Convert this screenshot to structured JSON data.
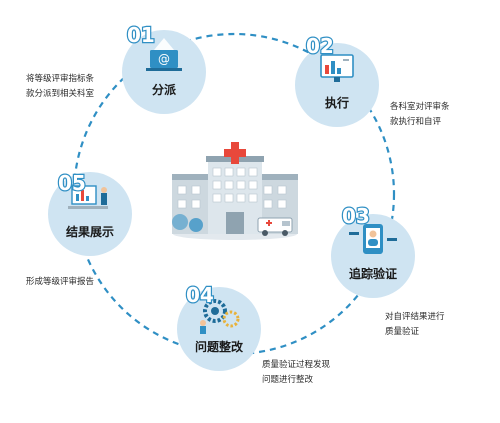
{
  "accent": "#2f8fc4",
  "node_fill": "#cfe4f2",
  "ring_color": "#2f8fc4",
  "hospital": {
    "icon": "hospital-icon",
    "cross_color": "#e8483b"
  },
  "steps": [
    {
      "number": "01",
      "title": "分派",
      "icon": "email-laptop-icon",
      "desc": "将等级评审指标条\n款分派到相关科室"
    },
    {
      "number": "02",
      "title": "执行",
      "icon": "monitor-chart-icon",
      "desc": "各科室对评审条\n款执行和自评"
    },
    {
      "number": "03",
      "title": "追踪验证",
      "icon": "phone-profile-icon",
      "desc": "对自评结果进行\n质量验证"
    },
    {
      "number": "04",
      "title": "问题整改",
      "icon": "gears-team-icon",
      "desc": "质量验证过程发现\n问题进行整改"
    },
    {
      "number": "05",
      "title": "结果展示",
      "icon": "report-board-icon",
      "desc": "形成等级评审报告"
    }
  ]
}
